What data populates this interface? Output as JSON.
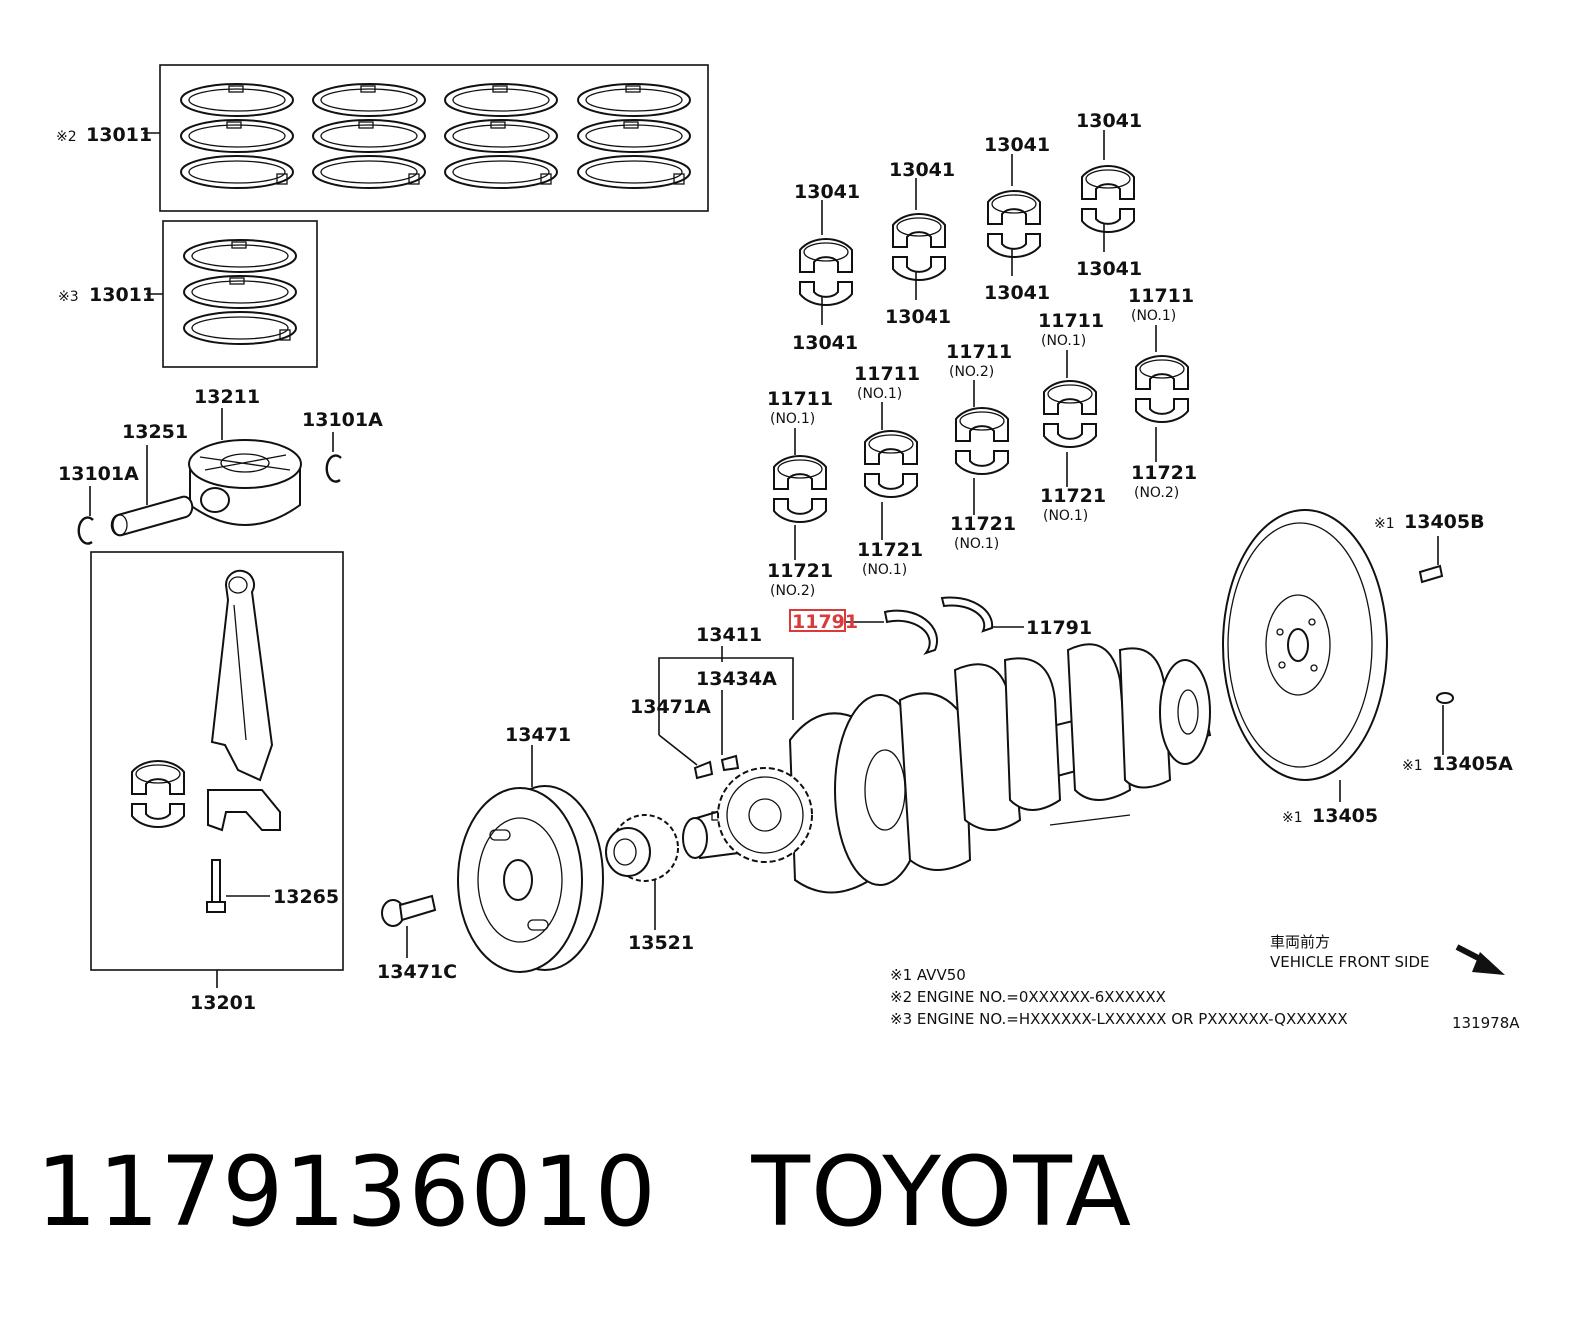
{
  "labels": {
    "rings_std": {
      "mark": "※2",
      "num": "13011"
    },
    "rings_os": {
      "mark": "※3",
      "num": "13011"
    },
    "piston": "13211",
    "pin": "13251",
    "snap_l": "13101A",
    "snap_r": "13101A",
    "rod_assy": "13201",
    "rod_bolt": "13265",
    "b13041": [
      "13041",
      "13041",
      "13041",
      "13041",
      "13041",
      "13041",
      "13041",
      "13041"
    ],
    "b11711": [
      {
        "num": "11711",
        "sub": "(NO.1)"
      },
      {
        "num": "11711",
        "sub": "(NO.1)"
      },
      {
        "num": "11711",
        "sub": "(NO.2)"
      },
      {
        "num": "11711",
        "sub": "(NO.1)"
      },
      {
        "num": "11711",
        "sub": "(NO.1)"
      }
    ],
    "b11721": [
      {
        "num": "11721",
        "sub": "(NO.2)"
      },
      {
        "num": "11721",
        "sub": "(NO.1)"
      },
      {
        "num": "11721",
        "sub": "(NO.1)"
      },
      {
        "num": "11721",
        "sub": "(NO.1)"
      },
      {
        "num": "11721",
        "sub": "(NO.2)"
      }
    ],
    "thrust_hl": "11791",
    "thrust": "11791",
    "crank_gear": "13411",
    "key": "13434A",
    "pulley_key": "13471A",
    "pulley": "13471",
    "pulley_bolt": "13471C",
    "sprocket": "13521",
    "flywheel": {
      "mark": "※1",
      "num": "13405"
    },
    "flywheel_bolt": {
      "mark": "※1",
      "num": "13405B"
    },
    "flywheel_pin": {
      "mark": "※1",
      "num": "13405A"
    }
  },
  "front": {
    "jp": "車両前方",
    "en": "VEHICLE FRONT SIDE"
  },
  "notes": [
    "※1 AVV50",
    "※2 ENGINE NO.=0XXXXXX-6XXXXXX",
    "※3 ENGINE NO.=HXXXXXX-LXXXXXX OR PXXXXXX-QXXXXXX"
  ],
  "figure_id": "131978A",
  "caption": "1179136010   TOYOTA",
  "highlight_color": "#d93a3a"
}
